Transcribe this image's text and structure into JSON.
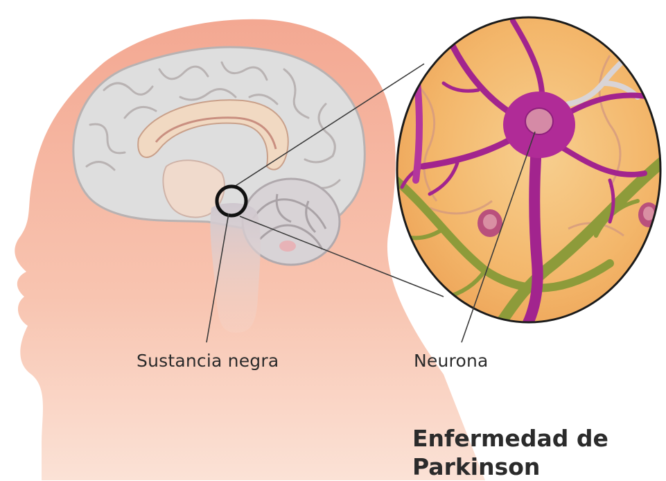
{
  "labels": {
    "substantia_nigra": "Sustancia negra",
    "neuron": "Neurona"
  },
  "title": {
    "line1": "Enfermedad de",
    "line2": "Parkinson"
  },
  "colors": {
    "skin": "#f6b9a3",
    "brain": "#dcdcdc",
    "neuron": "#a2248e",
    "nerve": "#8a9a3a",
    "inset_background": "#f5b46a",
    "text": "#2b2b2b"
  }
}
